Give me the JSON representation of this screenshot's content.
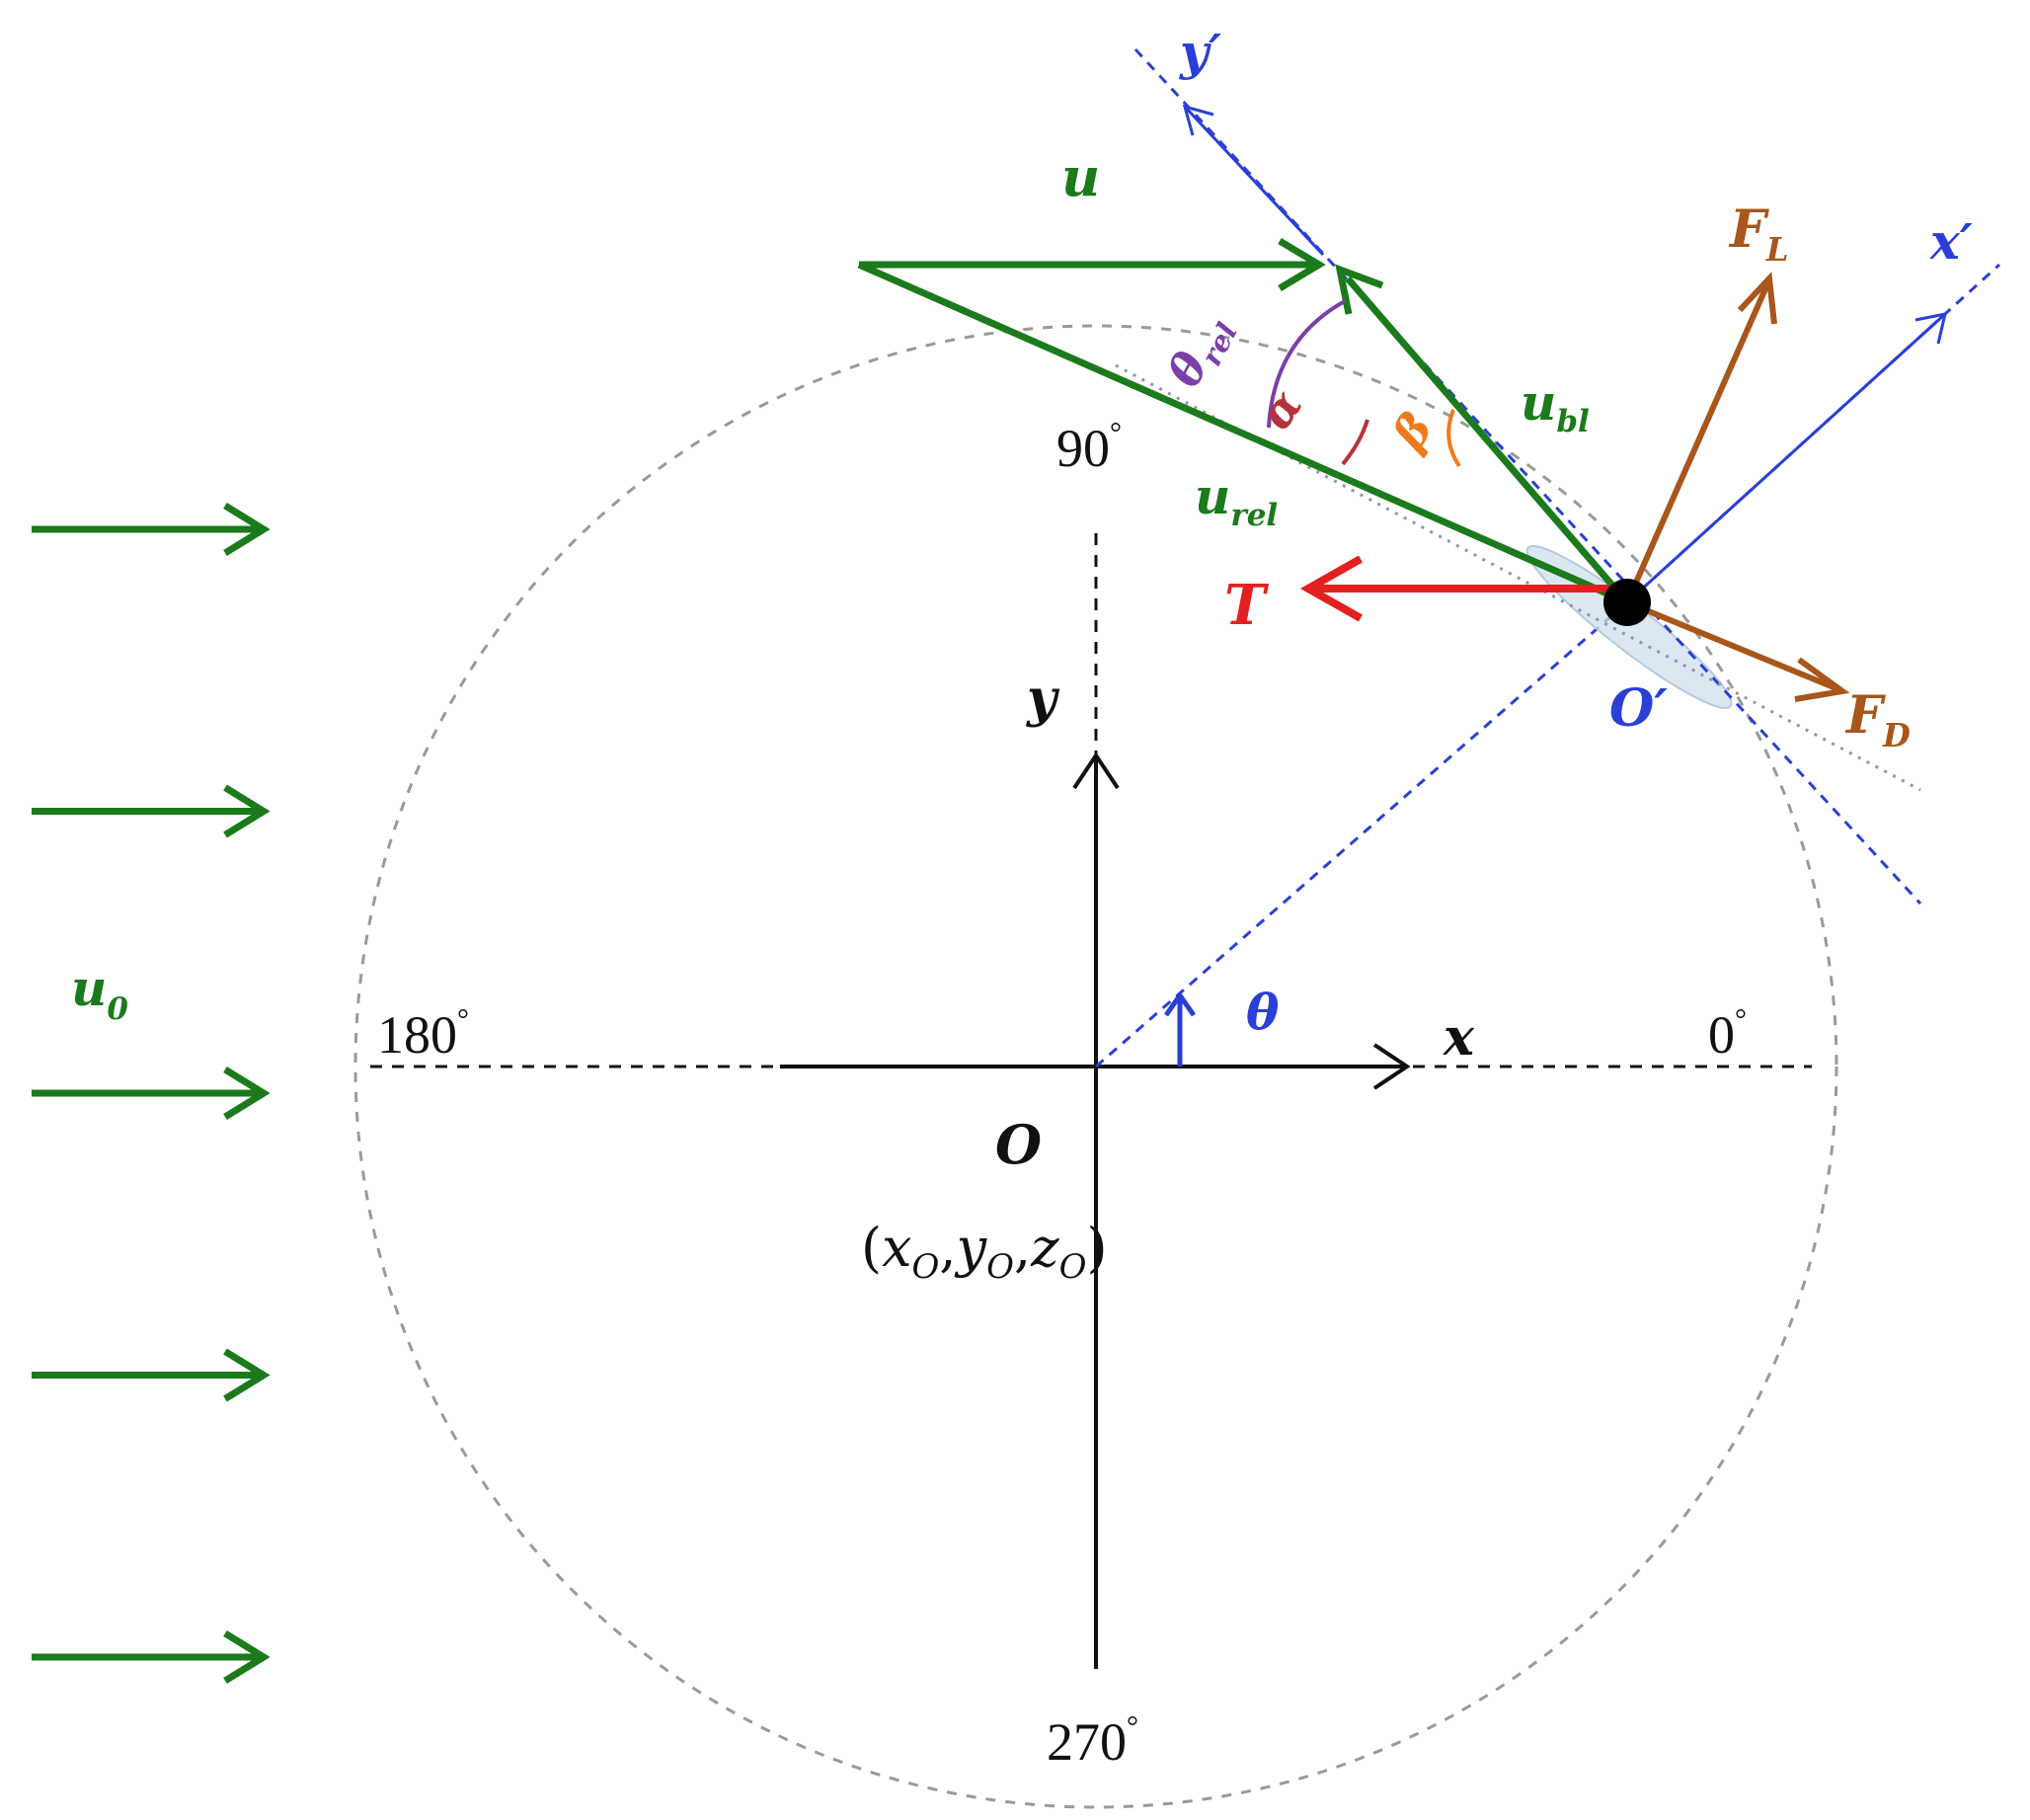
{
  "colors": {
    "flow": "#1b7a1b",
    "axis_black": "#111111",
    "rotating_frame": "#2a3fd6",
    "tension": "#e32020",
    "forces": "#a8561a",
    "theta_rel": "#7a3fa8",
    "alpha": "#b5343a",
    "beta": "#f07a1a",
    "orbit": "#9a9a9a",
    "blade": "#cfe0ee"
  },
  "labels": {
    "inflow": {
      "main": "u",
      "sub": "0"
    },
    "u": "u",
    "u_bl": {
      "main": "u",
      "sub": "bl"
    },
    "u_rel": {
      "main": "u",
      "sub": "rel"
    },
    "theta_rel": {
      "main": "θ",
      "sub": "rel"
    },
    "alpha": "α",
    "beta": "β",
    "T": "T",
    "F_L": {
      "main": "F",
      "sub": "L"
    },
    "F_D": {
      "main": "F",
      "sub": "D"
    },
    "x_prime": "x′",
    "y_prime": "y′",
    "O_prime": "O′",
    "x": "x",
    "y": "y",
    "O": "O",
    "theta": "θ",
    "origin_coords": "(x",
    "origin_coords_parts": [
      "(",
      "x",
      "O",
      ",",
      "y",
      "O",
      ",",
      "z",
      "O",
      ")"
    ]
  },
  "angle_marks": {
    "deg_0": "0",
    "deg_90": "90",
    "deg_180": "180",
    "deg_270": "270",
    "degree_symbol": "°"
  },
  "diagram": {
    "inflow_arrow_count": 5,
    "rotor_angle_theta_deg": 37
  }
}
